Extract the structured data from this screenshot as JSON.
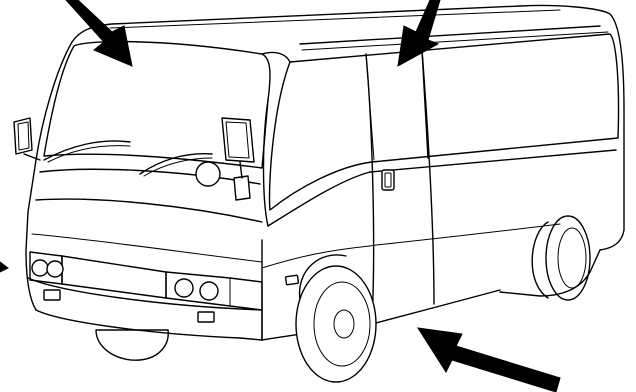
{
  "figure": {
    "subject": "van-line-drawing",
    "stroke_color": "#000000",
    "background_color": "#ffffff",
    "callout_arrows": [
      "windshield-arrow",
      "roof-window-arrow",
      "front-left-arrow",
      "rear-underbody-arrow"
    ]
  }
}
